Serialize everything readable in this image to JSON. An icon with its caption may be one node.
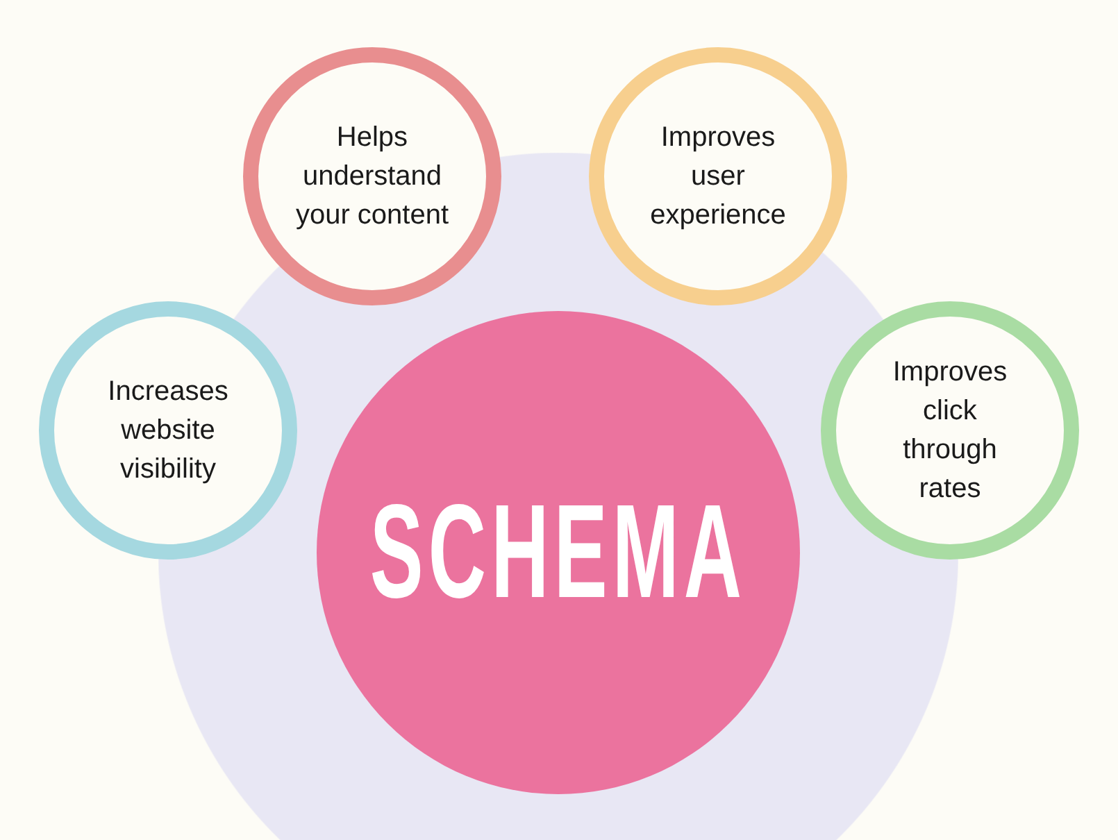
{
  "diagram": {
    "nodes": [
      {
        "text": [],
        "shape": "circle"
      },
      {
        "text": [
          "Helps understand your content"
        ]
      },
      {
        "text": [
          "Improves user experience"
        ]
      },
      {
        "text": [
          "Increases website visibility"
        ]
      },
      {
        "text": [
          "Improves click through rates"
        ]
      },
      {
        "text": [
          "SCHEMA"
        ],
        "in": 0
      }
    ]
  }
}
